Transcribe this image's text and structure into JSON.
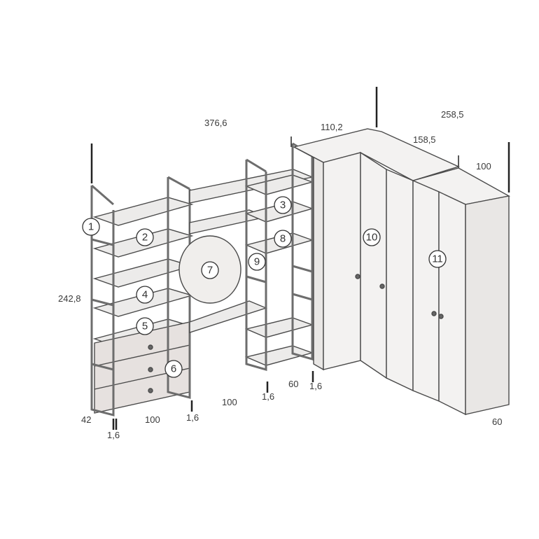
{
  "diagram": {
    "dimensions": {
      "total_width": "376,6",
      "corner_top": "110,2",
      "right_total": "258,5",
      "right_depth_top": "158,5",
      "right_module": "100",
      "height": "242,8",
      "depth_left": "42",
      "module_left": "100",
      "upright_a": "1,6",
      "upright_b": "1,6",
      "module_mid": "100",
      "upright_c": "1,6",
      "depth_mid": "60",
      "upright_d": "1,6",
      "depth_right": "60"
    },
    "callouts": [
      "1",
      "2",
      "3",
      "4",
      "5",
      "6",
      "7",
      "8",
      "9",
      "10",
      "11"
    ]
  },
  "colors": {
    "frame": "#6d6d6d",
    "shelf_fill": "#ecebea",
    "drawer_fill": "#e6e1df",
    "cabinet_fill": "#f3f2f1",
    "line": "#4a4a4a"
  }
}
